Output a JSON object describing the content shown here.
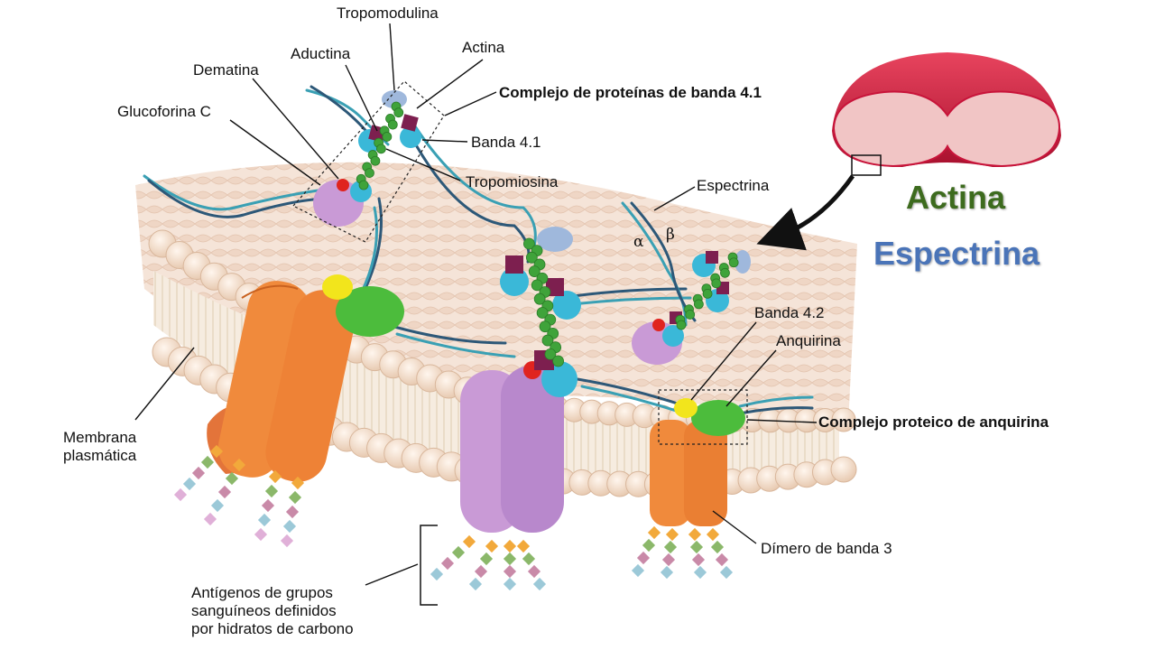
{
  "labels": {
    "tropomodulina": "Tropomodulina",
    "actina": "Actina",
    "aductina": "Aductina",
    "dematina": "Dematina",
    "glucoforina": "Glucoforina C",
    "complejo41": "Complejo de proteínas de banda 4.1",
    "banda41": "Banda 4.1",
    "tropomiosina": "Tropomiosina",
    "espectrina": "Espectrina",
    "alpha": "α",
    "beta": "β",
    "banda42": "Banda 4.2",
    "anquirina": "Anquirina",
    "complejoAnquirina": "Complejo proteico de anquirina",
    "membrana": "Membrana\nplasmática",
    "dimero": "Dímero de banda 3",
    "antigenos": "Antígenos de grupos\nsanguíneos definidos\npor hidratos de carbono"
  },
  "highlight": {
    "actina": "Actina",
    "espectrina": "Espectrina",
    "actina_color": "#3d6b1e",
    "espectrina_color": "#4a74b8"
  },
  "colors": {
    "band3": "#f08a3c",
    "glycophorin": "#c99ad6",
    "actin": "#3fa33a",
    "band41": "#3ab8d8",
    "adducin": "#7d1f4f",
    "ankyrin": "#4cbc3c",
    "band42": "#f2e51c",
    "dematin": "#e0241f",
    "tropomodulin": "#9fb8dc",
    "spectrin": "#3d6a8a",
    "lipid_head": "#f0d9c4",
    "rbc": "#c8143a"
  }
}
